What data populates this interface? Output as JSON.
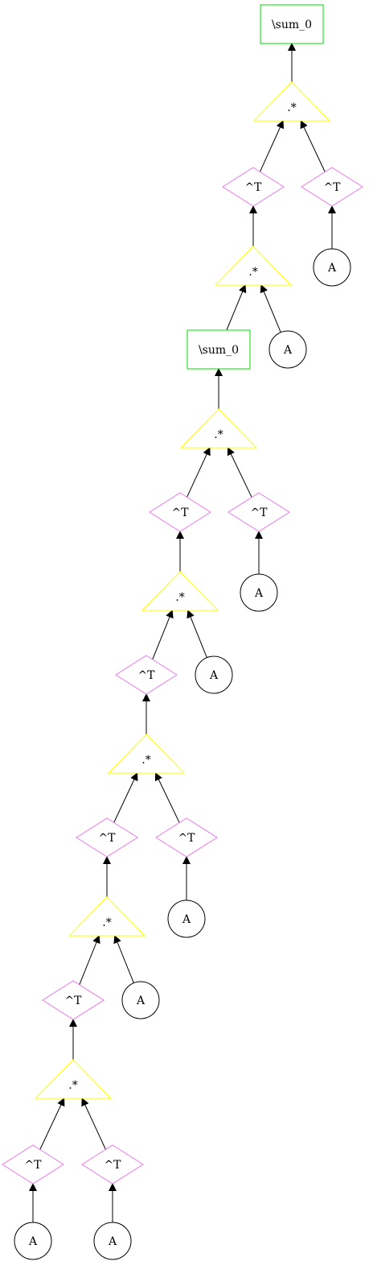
{
  "nodes": {
    "n1": {
      "label": "\\sum_0",
      "shape": "box"
    },
    "n2": {
      "label": ".*",
      "shape": "triangle"
    },
    "n3": {
      "label": "^T",
      "shape": "diamond"
    },
    "n4": {
      "label": "^T",
      "shape": "diamond"
    },
    "n5": {
      "label": ".*",
      "shape": "triangle"
    },
    "n6": {
      "label": "A",
      "shape": "circle"
    },
    "n7": {
      "label": "\\sum_0",
      "shape": "box"
    },
    "n8": {
      "label": "A",
      "shape": "circle"
    },
    "n9": {
      "label": ".*",
      "shape": "triangle"
    },
    "n10": {
      "label": "^T",
      "shape": "diamond"
    },
    "n11": {
      "label": "^T",
      "shape": "diamond"
    },
    "n12": {
      "label": ".*",
      "shape": "triangle"
    },
    "n13": {
      "label": "A",
      "shape": "circle"
    },
    "n14": {
      "label": "^T",
      "shape": "diamond"
    },
    "n15": {
      "label": "A",
      "shape": "circle"
    },
    "n16": {
      "label": ".*",
      "shape": "triangle"
    },
    "n17": {
      "label": "^T",
      "shape": "diamond"
    },
    "n18": {
      "label": "^T",
      "shape": "diamond"
    },
    "n19": {
      "label": ".*",
      "shape": "triangle"
    },
    "n20": {
      "label": "A",
      "shape": "circle"
    },
    "n21": {
      "label": "^T",
      "shape": "diamond"
    },
    "n22": {
      "label": "A",
      "shape": "circle"
    },
    "n23": {
      "label": ".*",
      "shape": "triangle"
    },
    "n24": {
      "label": "^T",
      "shape": "diamond"
    },
    "n25": {
      "label": "^T",
      "shape": "diamond"
    },
    "n26": {
      "label": "A",
      "shape": "circle"
    },
    "n27": {
      "label": "A",
      "shape": "circle"
    }
  },
  "edges": [
    [
      "n2",
      "n1"
    ],
    [
      "n3",
      "n2"
    ],
    [
      "n4",
      "n2"
    ],
    [
      "n5",
      "n3"
    ],
    [
      "n6",
      "n4"
    ],
    [
      "n7",
      "n5"
    ],
    [
      "n8",
      "n5"
    ],
    [
      "n9",
      "n7"
    ],
    [
      "n10",
      "n9"
    ],
    [
      "n11",
      "n9"
    ],
    [
      "n12",
      "n10"
    ],
    [
      "n13",
      "n11"
    ],
    [
      "n14",
      "n12"
    ],
    [
      "n15",
      "n12"
    ],
    [
      "n16",
      "n14"
    ],
    [
      "n17",
      "n16"
    ],
    [
      "n18",
      "n16"
    ],
    [
      "n19",
      "n17"
    ],
    [
      "n20",
      "n18"
    ],
    [
      "n21",
      "n19"
    ],
    [
      "n22",
      "n19"
    ],
    [
      "n23",
      "n21"
    ],
    [
      "n24",
      "n23"
    ],
    [
      "n25",
      "n23"
    ],
    [
      "n26",
      "n24"
    ],
    [
      "n27",
      "n25"
    ]
  ],
  "colors": {
    "box": "#00dd00",
    "triangle": "#ffff00",
    "diamond": "#ee77ee",
    "circle": "#000000",
    "edge": "#000000"
  }
}
